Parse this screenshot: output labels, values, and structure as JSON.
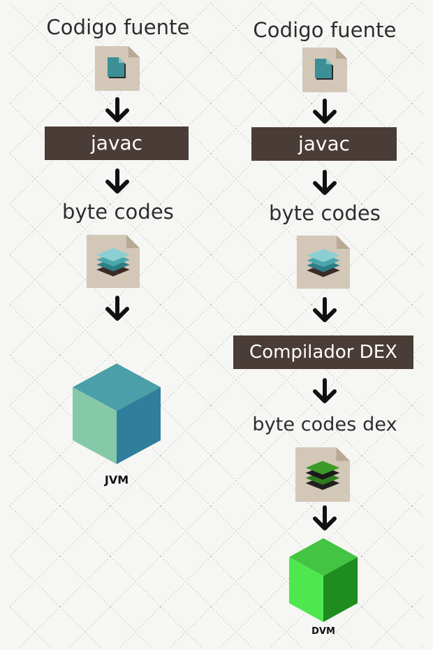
{
  "left_flow": {
    "source_label": "Codigo fuente",
    "compiler_label": "javac",
    "bytecode_label": "byte codes",
    "vm_label": "JVM"
  },
  "right_flow": {
    "source_label": "Codigo fuente",
    "compiler_label": "javac",
    "bytecode_label": "byte codes",
    "dex_compiler_label": "Compilador DEX",
    "dex_bytecode_label": "byte codes dex",
    "vm_label": "DVM"
  },
  "colors": {
    "background": "#f6f6f4",
    "bar": "#4a3c36",
    "doc_paper": "#d3c7b8",
    "jvm_cube": "#3f8d9c",
    "dvm_cube": "#3fd23f"
  }
}
